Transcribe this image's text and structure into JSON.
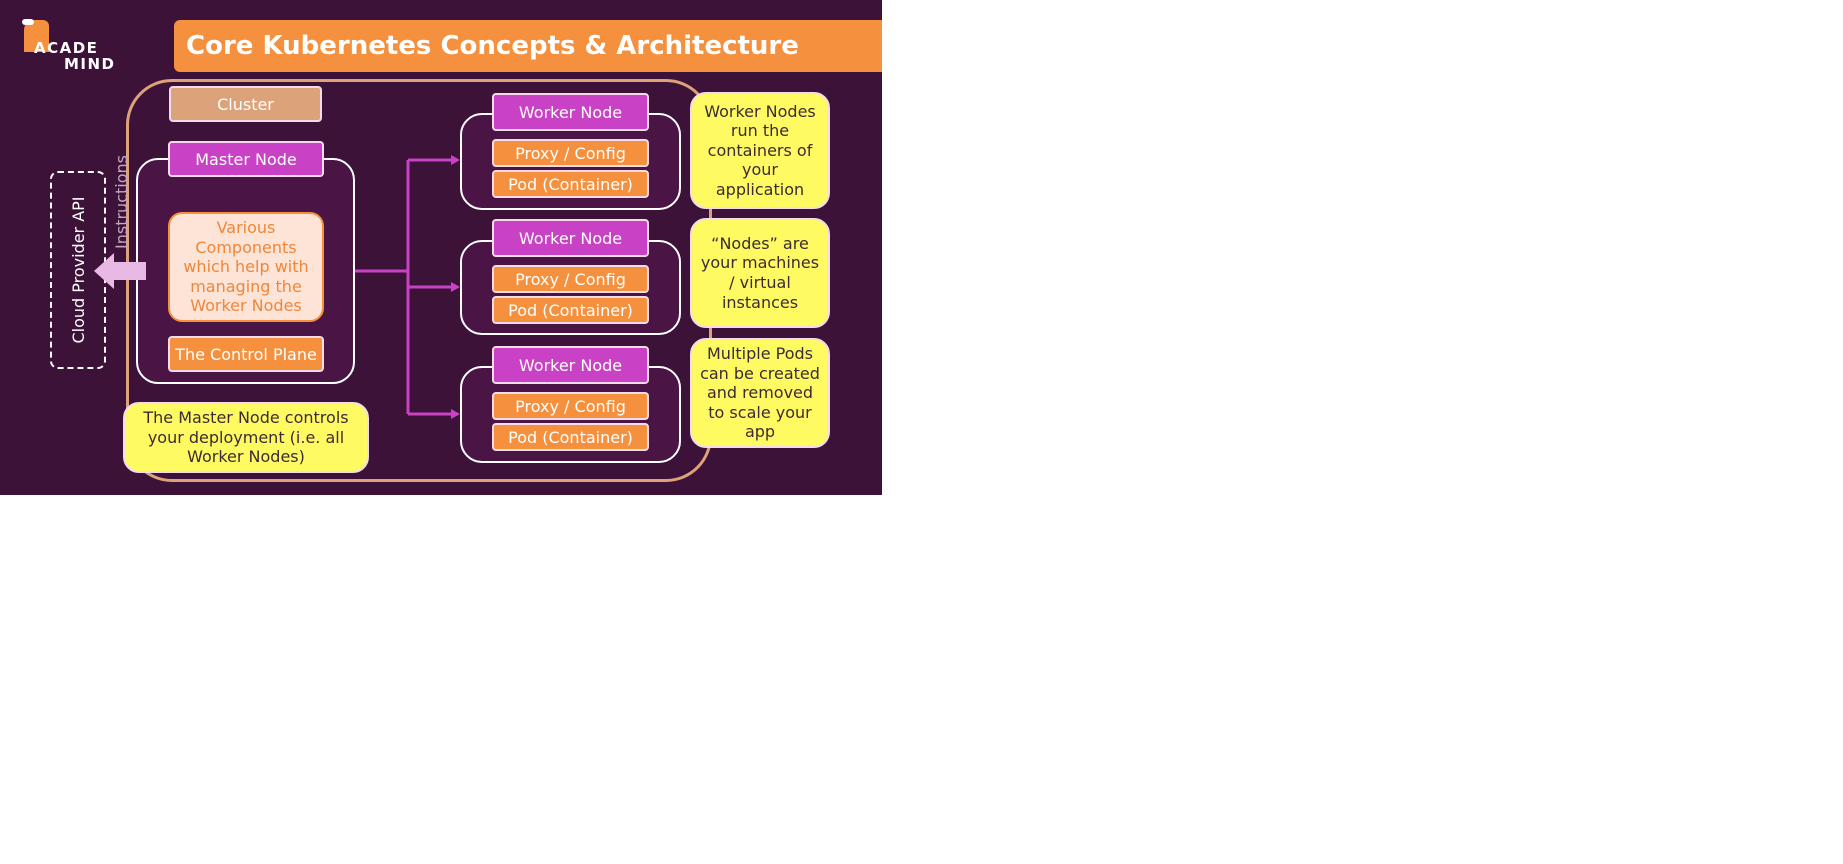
{
  "brand": {
    "logo_line1": "ACADE",
    "logo_line2": "MIND"
  },
  "header": {
    "title": "Core Kubernetes Concepts & Architecture"
  },
  "cluster": {
    "label": "Cluster"
  },
  "master": {
    "label": "Master Node",
    "components": "Various Components which help with managing the Worker Nodes",
    "control_plane": "The Control Plane"
  },
  "cloud": {
    "api_label": "Cloud Provider API",
    "instructions_label": "Instructions"
  },
  "workers": [
    {
      "label": "Worker Node",
      "proxy": "Proxy / Config",
      "pod": "Pod (Container)"
    },
    {
      "label": "Worker Node",
      "proxy": "Proxy / Config",
      "pod": "Pod (Container)"
    },
    {
      "label": "Worker Node",
      "proxy": "Proxy / Config",
      "pod": "Pod (Container)"
    }
  ],
  "notes": {
    "master_note": "The Master Node controls your deployment (i.e. all Worker Nodes)",
    "worker_note": "Worker Nodes run the containers of your application",
    "nodes_note": "“Nodes” are your machines / virtual instances",
    "pods_note": "Multiple Pods can be created and removed to scale your app"
  },
  "colors": {
    "background": "#3d1238",
    "accent_orange": "#f5913e",
    "node_magenta": "#c942c6",
    "note_yellow": "#fdfa62",
    "cluster_tan": "#dca27a",
    "arrow_pink": "#e9b9e6"
  },
  "icons": {
    "logo": "academind-logo-icon",
    "api_arrow": "arrow-left-icon"
  }
}
